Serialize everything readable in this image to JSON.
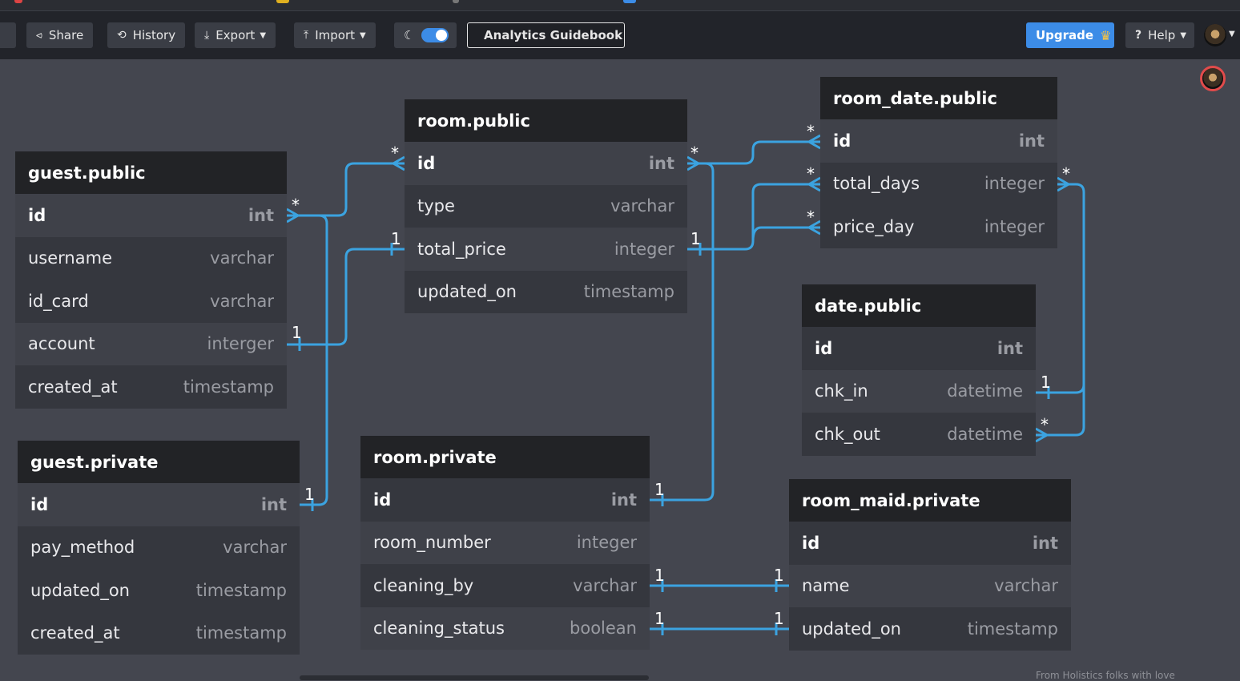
{
  "toolbar": {
    "share_label": "Share",
    "history_label": "History",
    "export_label": "Export",
    "import_label": "Import",
    "guide_label": "Analytics Guidebook",
    "upgrade_label": "Upgrade",
    "help_label": "Help"
  },
  "footer_text": "From Holistics folks with love",
  "colors": {
    "accent": "#3c8ce7",
    "relation": "#3ba3e0",
    "header": "#222326",
    "canvas": "#44464f"
  },
  "tables": [
    {
      "name": "guest.public",
      "fields": [
        {
          "name": "id",
          "type": "int"
        },
        {
          "name": "username",
          "type": "varchar"
        },
        {
          "name": "id_card",
          "type": "varchar"
        },
        {
          "name": "account",
          "type": "interger"
        },
        {
          "name": "created_at",
          "type": "timestamp"
        }
      ]
    },
    {
      "name": "guest.private",
      "fields": [
        {
          "name": "id",
          "type": "int"
        },
        {
          "name": "pay_method",
          "type": "varchar"
        },
        {
          "name": "updated_on",
          "type": "timestamp"
        },
        {
          "name": "created_at",
          "type": "timestamp"
        }
      ]
    },
    {
      "name": "room.public",
      "fields": [
        {
          "name": "id",
          "type": "int"
        },
        {
          "name": "type",
          "type": "varchar"
        },
        {
          "name": "total_price",
          "type": "integer"
        },
        {
          "name": "updated_on",
          "type": "timestamp"
        }
      ]
    },
    {
      "name": "room.private",
      "fields": [
        {
          "name": "id",
          "type": "int"
        },
        {
          "name": "room_number",
          "type": "integer"
        },
        {
          "name": "cleaning_by",
          "type": "varchar"
        },
        {
          "name": "cleaning_status",
          "type": "boolean"
        }
      ]
    },
    {
      "name": "room_date.public",
      "fields": [
        {
          "name": "id",
          "type": "int"
        },
        {
          "name": "total_days",
          "type": "integer"
        },
        {
          "name": "price_day",
          "type": "integer"
        }
      ]
    },
    {
      "name": "date.public",
      "fields": [
        {
          "name": "id",
          "type": "int"
        },
        {
          "name": "chk_in",
          "type": "datetime"
        },
        {
          "name": "chk_out",
          "type": "datetime"
        }
      ]
    },
    {
      "name": "room_maid.private",
      "fields": [
        {
          "name": "id",
          "type": "int"
        },
        {
          "name": "name",
          "type": "varchar"
        },
        {
          "name": "updated_on",
          "type": "timestamp"
        }
      ]
    }
  ],
  "cardinality": {
    "many": "*",
    "one": "1"
  }
}
